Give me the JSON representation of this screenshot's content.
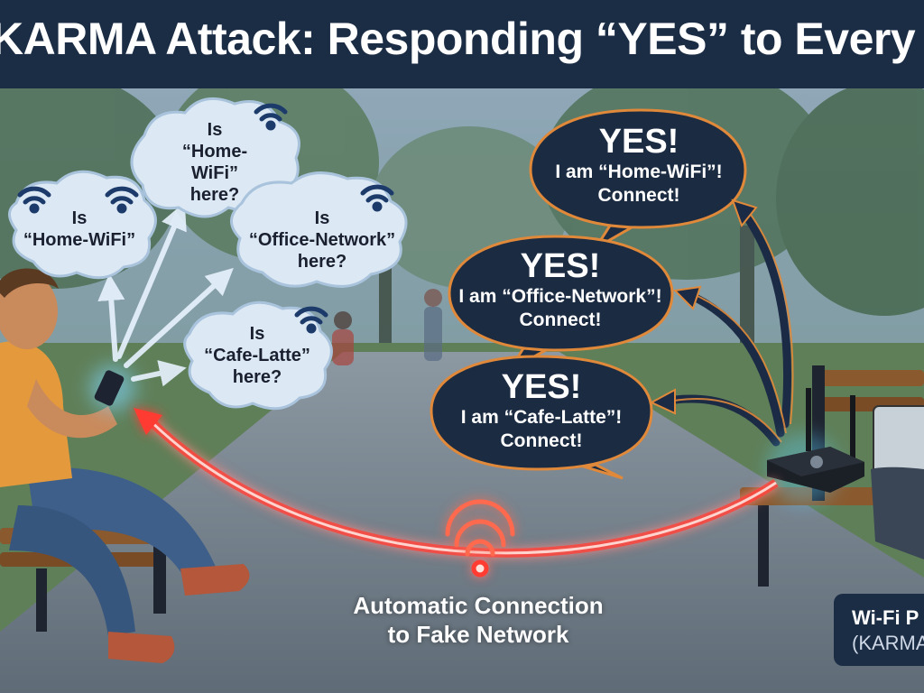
{
  "title": "KARMA Attack: Responding “YES” to Every Probe R",
  "probe_bubbles": [
    {
      "lines": [
        "Is",
        "“Home-WiFi”",
        "here?"
      ]
    },
    {
      "lines": [
        "Is",
        "“Home-WiFi”"
      ]
    },
    {
      "lines": [
        "Is",
        "“Office-Network”",
        "here?"
      ]
    },
    {
      "lines": [
        "Is",
        "“Cafe-Latte”",
        "here?"
      ]
    }
  ],
  "response_bubbles": [
    {
      "yes": "YES!",
      "line1": "I am “Home-WiFi”!",
      "line2": "Connect!"
    },
    {
      "yes": "YES!",
      "line1": "I am “Office-Network”!",
      "line2": "Connect!"
    },
    {
      "yes": "YES!",
      "line1": "I am “Cafe-Latte”!",
      "line2": "Connect!"
    }
  ],
  "connection_label": {
    "line1": "Automatic Connection",
    "line2": "to Fake Network"
  },
  "device_label": {
    "line1": "Wi-Fi P",
    "line2": "(KARMA"
  },
  "colors": {
    "title_bg": "#1b2c45",
    "probe_bubble_fill": "#dce9f4",
    "probe_bubble_border": "#a9c3dc",
    "response_bubble_fill": "#1b2b42",
    "response_bubble_border": "#e0893a",
    "connection_glow": "#ff3b30",
    "wifi_icon": "#1c3b6b"
  },
  "icons": [
    "wifi-icon",
    "smartphone-icon",
    "router-icon",
    "laptop-icon",
    "bench-icon"
  ]
}
